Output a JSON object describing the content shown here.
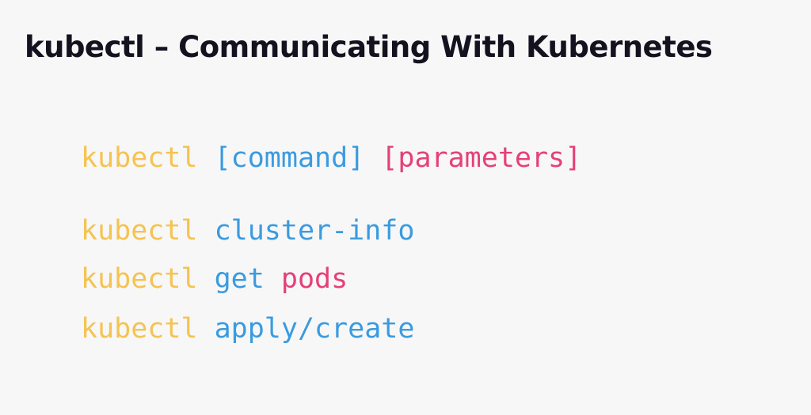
{
  "slide": {
    "title": "kubectl – Communicating With Kubernetes"
  },
  "colors": {
    "background": "#f7f7f7",
    "title": "#14121f",
    "keyword": "#f5c350",
    "command": "#3a9be0",
    "parameter": "#e5407a"
  },
  "syntax": {
    "keyword": "kubectl",
    "command": "[command]",
    "parameters": "[parameters]"
  },
  "examples": [
    {
      "keyword": "kubectl",
      "command": "cluster-info"
    },
    {
      "keyword": "kubectl",
      "command": "get",
      "parameter": "pods"
    },
    {
      "keyword": "kubectl",
      "command": "apply/create"
    }
  ]
}
